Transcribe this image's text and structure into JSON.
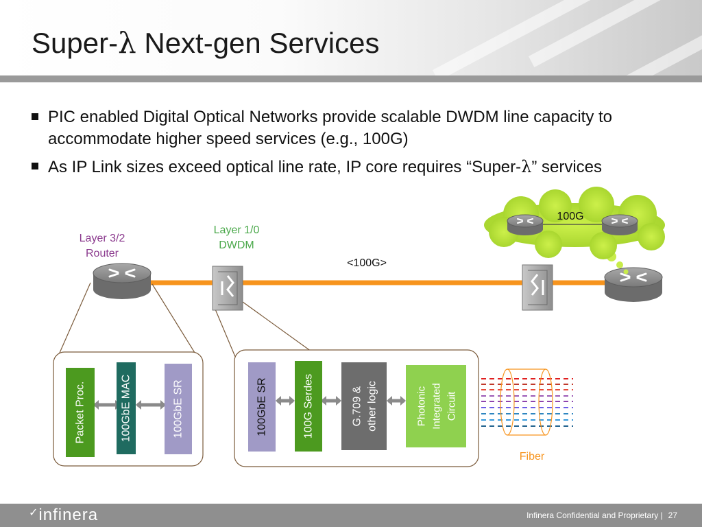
{
  "slide": {
    "title_prefix": "Super-",
    "title_lambda": "λ",
    "title_suffix": " Next-gen Services"
  },
  "bullets": [
    {
      "text": "PIC enabled Digital Optical Networks provide scalable DWDM line capacity to accommodate higher speed services (e.g., 100G)"
    },
    {
      "text_before": "As IP Link sizes exceed optical line rate, IP core requires “Super-",
      "lambda": "λ",
      "text_after": "” services"
    }
  ],
  "diagram": {
    "router_label": [
      "Layer 3/2",
      "Router"
    ],
    "dwdm_label": [
      "Layer 1/0",
      "DWDM"
    ],
    "link_label": "<100G>",
    "cloud_label": "100G",
    "fiber_label": "Fiber",
    "left_blocks": [
      "Packet Proc.",
      "100GbE MAC",
      "100GbE SR"
    ],
    "right_blocks": [
      [
        "100GbE SR"
      ],
      [
        "100G Serdes"
      ],
      [
        "G.709 &",
        "other logic"
      ],
      [
        "Photonic",
        "Integrated",
        "Circuit"
      ]
    ]
  },
  "footer": {
    "logo": "infinera",
    "confidential": "Infinera Confidential and Proprietary  |",
    "page": "27"
  },
  "colors": {
    "orange_link": "#f7941d",
    "purple_label": "#8b3a8e",
    "green_label": "#4aa84a",
    "green_block": "#4c9a1f",
    "teal_block": "#1f6b60",
    "lavender_block": "#a09ac6",
    "gray_block": "#6d6d6d",
    "light_green_block": "#8fd14f",
    "fiber_orange": "#f7941d"
  }
}
